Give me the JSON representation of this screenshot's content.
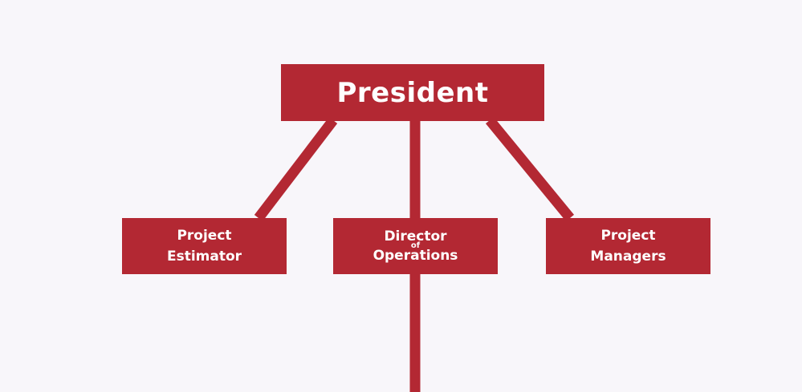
{
  "colors": {
    "background": "#f8f6fa",
    "node": "#b32833",
    "connector": "#b32833",
    "text": "#ffffff"
  },
  "president": {
    "label": "President"
  },
  "children": [
    {
      "line1": "Project",
      "line2": "Estimator"
    },
    {
      "line1": "Director",
      "connector_word": "of",
      "line2": "Operations"
    },
    {
      "line1": "Project",
      "line2": "Managers"
    }
  ]
}
